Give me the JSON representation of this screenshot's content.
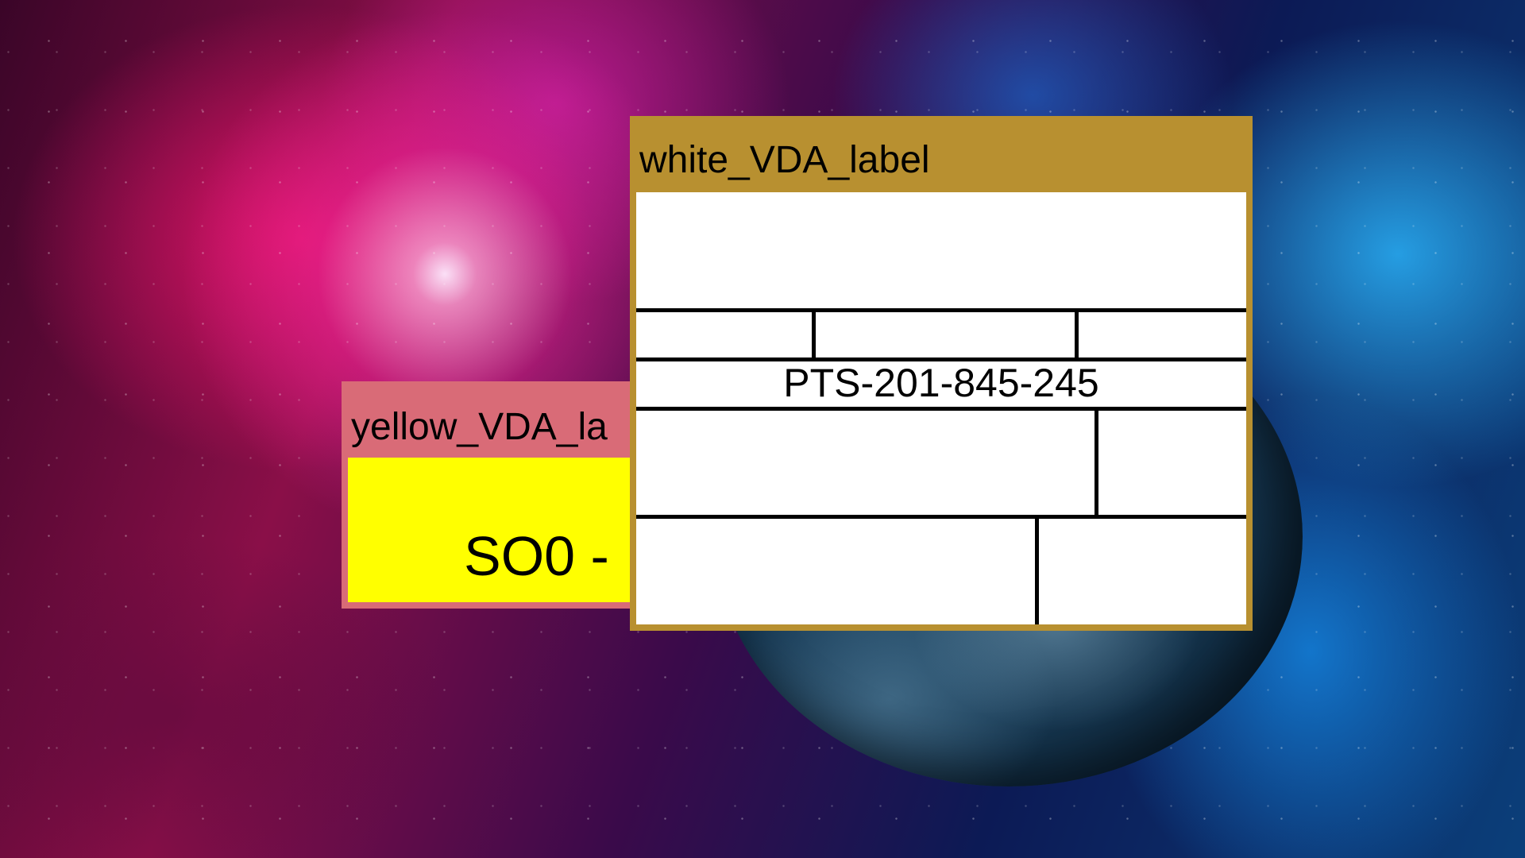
{
  "background": {
    "description_colors": {
      "nebula_pink": "#e8208a",
      "nebula_blue": "#1fa8ea",
      "planet": "#1a3e5a"
    }
  },
  "yellow_window": {
    "title": "yellow_VDA_la",
    "frame_color": "#d96b77",
    "label_color": "#ffff00",
    "label_text": "SO0 -"
  },
  "white_window": {
    "title": "white_VDA_label",
    "frame_color": "#b89030",
    "label_color": "#ffffff",
    "label_text": "PTS-201-845-245"
  }
}
